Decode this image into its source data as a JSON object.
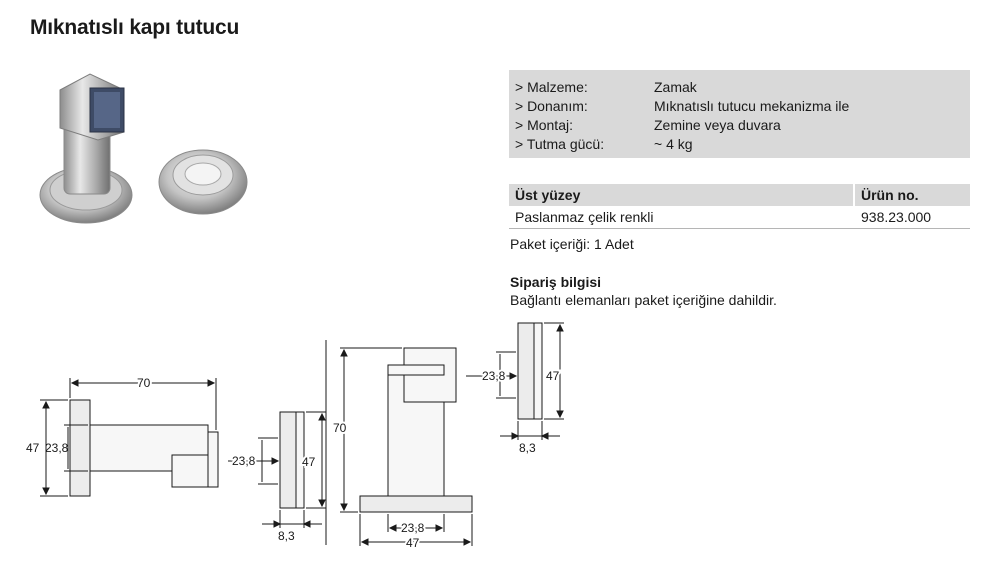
{
  "title": "Mıknatıslı kapı tutucu",
  "specs": [
    {
      "label": "> Malzeme:",
      "value": "Zamak"
    },
    {
      "label": "> Donanım:",
      "value": "Mıknatıslı tutucu mekanizma ile"
    },
    {
      "label": "> Montaj:",
      "value": "Zemine veya duvara"
    },
    {
      "label": "> Tutma gücü:",
      "value": "~ 4 kg"
    }
  ],
  "table": {
    "headers": [
      "Üst yüzey",
      "Ürün no."
    ],
    "rows": [
      [
        "Paslanmaz çelik renkli",
        "938.23.000"
      ]
    ]
  },
  "package": "Paket içeriği: 1 Adet",
  "order": {
    "title": "Sipariş bilgisi",
    "text": "Bağlantı elemanları paket içeriğine dahildir."
  },
  "dimensions": {
    "d70_top": "70",
    "d47_left": "47",
    "d23_8_left": "23,8",
    "d23_8_mid": "23,8",
    "d47_mid": "47",
    "d8_3_mid": "8,3",
    "d70_side": "70",
    "d23_8_bottom": "23,8",
    "d47_bottom": "47",
    "d23_8_right": "23,8",
    "d47_right": "47",
    "d8_3_right": "8,3"
  }
}
